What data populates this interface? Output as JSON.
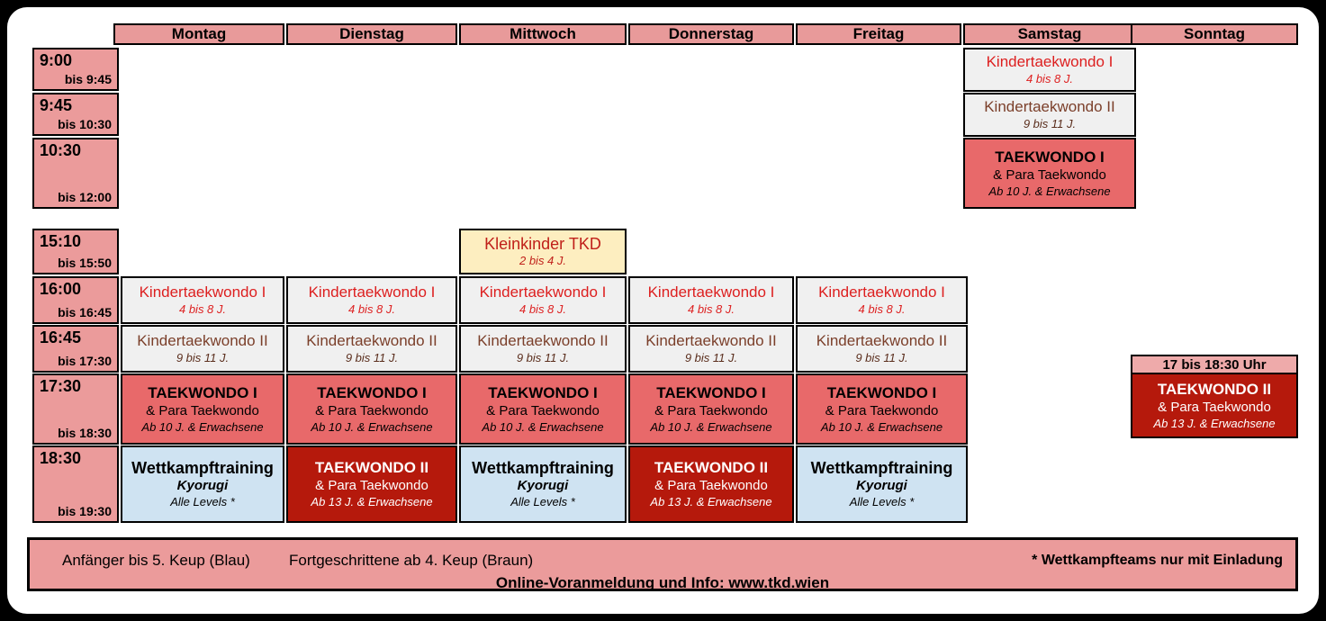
{
  "days": [
    "Montag",
    "Dienstag",
    "Mittwoch",
    "Donnerstag",
    "Freitag",
    "Samstag",
    "Sonntag"
  ],
  "morning_times": [
    {
      "from": "9:00",
      "to": "bis 9:45"
    },
    {
      "from": "9:45",
      "to": "bis 10:30"
    },
    {
      "from": "10:30",
      "to": "bis 12:00"
    }
  ],
  "afternoon_times": [
    {
      "from": "15:10",
      "to": "bis 15:50"
    },
    {
      "from": "16:00",
      "to": "bis 16:45"
    },
    {
      "from": "16:45",
      "to": "bis 17:30"
    },
    {
      "from": "17:30",
      "to": "bis 18:30"
    },
    {
      "from": "18:30",
      "to": "bis 19:30"
    }
  ],
  "classes": {
    "kinder1": {
      "title": "Kindertaekwondo I",
      "age": "4 bis 8 J."
    },
    "kinder2": {
      "title": "Kindertaekwondo II",
      "age": "9 bis 11 J."
    },
    "kleinkind": {
      "title": "Kleinkinder TKD",
      "age": "2 bis 4 J."
    },
    "tkd1": {
      "title": "TAEKWONDO I",
      "sub": "& Para Taekwondo",
      "age": "Ab 10 J. & Erwachsene"
    },
    "tkd2": {
      "title": "TAEKWONDO II",
      "sub": "& Para Taekwondo",
      "age": "Ab 13 J. & Erwachsene"
    },
    "wettkampf": {
      "title": "Wettkampftraining",
      "sub": "Kyorugi",
      "age": "Alle Levels *"
    }
  },
  "side_box": {
    "time_label": "17 bis 18:30 Uhr",
    "title": "TAEKWONDO II",
    "sub": "& Para Taekwondo",
    "age": "Ab 13 J. & Erwachsene"
  },
  "footer": {
    "legend_beginner": "Anfänger bis 5. Keup (Blau)",
    "legend_advanced": "Fortgeschrittene ab 4. Keup (Braun)",
    "note_right": "* Wettkampfteams nur mit Einladung",
    "online": "Online-Voranmeldung und Info: www.tkd.wien"
  },
  "colors": {
    "header_pink": "#e89a9a",
    "time_pink": "#eb9b9b",
    "kinder_bg": "#f0f0f0",
    "kinder1_text": "#dd1f1f",
    "kinder2_text": "#7b3f2a",
    "tkd1_bg": "#e8696a",
    "tkd2_bg": "#b5190c",
    "wettkampf_bg": "#cfe3f2",
    "kleinkind_bg": "#fdeec0",
    "kleinkind_text": "#c0201a"
  }
}
